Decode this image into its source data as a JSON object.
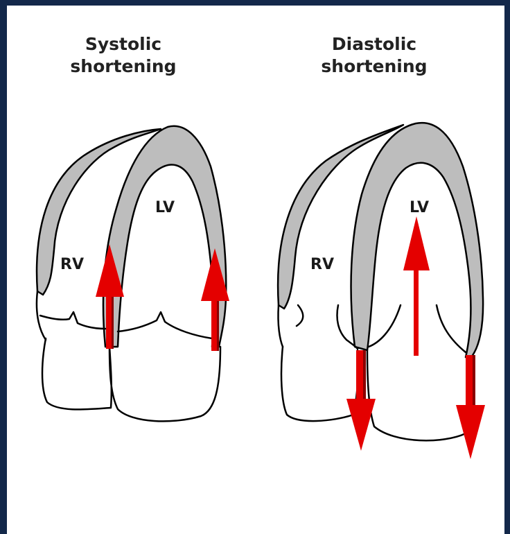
{
  "panels": {
    "systolic": {
      "title_line1": "Systolic",
      "title_line2": "shortening",
      "rv_label": "RV",
      "lv_label": "LV"
    },
    "diastolic": {
      "title_line1": "Diastolic",
      "title_line2": "shortening",
      "rv_label": "RV",
      "lv_label": "LV"
    }
  },
  "colors": {
    "background": "#13284a",
    "panel": "#ffffff",
    "myocardium": "#bdbdbd",
    "outline": "#000000",
    "arrow": "#e40000",
    "arrow_dark": "#8a0000"
  },
  "arrows": {
    "systolic": [
      "up",
      "up"
    ],
    "diastolic": [
      "up",
      "down",
      "down"
    ]
  }
}
